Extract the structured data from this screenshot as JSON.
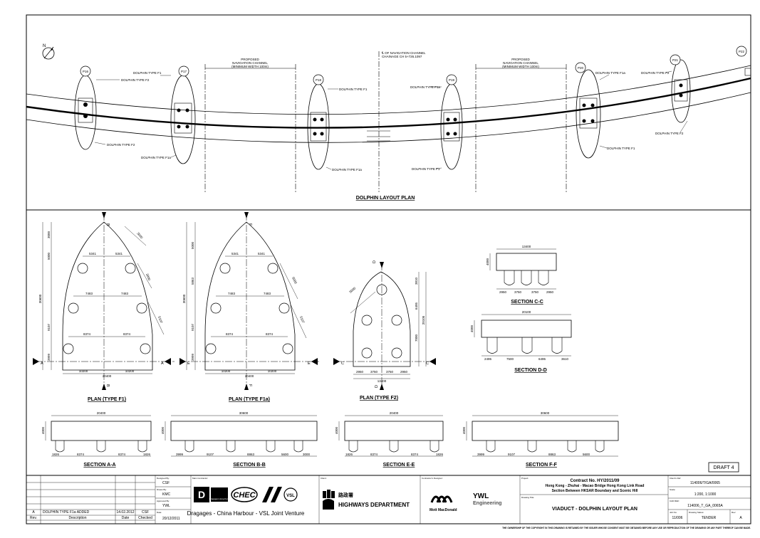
{
  "layout_plan": {
    "title": "DOLPHIN LAYOUT PLAN",
    "north": "N",
    "piers": [
      "P16",
      "P17",
      "P18",
      "P19",
      "P20",
      "P21",
      "P22"
    ],
    "dolphin_labels": [
      "DOLPHIN TYPE F2",
      "DOLPHIN TYPE F1",
      "DOLPHIN TYPE F1a"
    ],
    "nav_channel_left": [
      "PROPOSED",
      "NAVIGATION CHANNEL",
      "(MINIMUM WIDTH 100m)"
    ],
    "nav_channel_right": [
      "PROPOSED",
      "NAVIGATION CHANNEL",
      "(MINIMUM WIDTH 100m)"
    ],
    "channel_centre": [
      "℄ OF NAVIGATION CHANNEL",
      "CHAINAGE CH 5+726.1097"
    ]
  },
  "plans": {
    "f1": {
      "title": "PLAN (TYPE F1)",
      "section_mark": "B",
      "side_mark": "A",
      "dims": {
        "top": "5341",
        "mid": "7483",
        "low": "8374",
        "bot_l": "10200",
        "bot_r": "10200",
        "bot_total": "20400",
        "v1": "3000",
        "v2": "5000",
        "v3": "9107",
        "v4": "3999",
        "v_total": "30600",
        "diag1": "3000",
        "diag2": "3000",
        "diag3": "5107"
      }
    },
    "f1a": {
      "title": "PLAN (TYPE F1a)",
      "section_mark": "F",
      "side_mark": "E",
      "dims": {
        "top": "5341",
        "mid": "7483",
        "low": "8374",
        "bot_l": "10200",
        "bot_r": "10200",
        "bot_total": "20400",
        "v1": "5000",
        "v2": "5863",
        "v3": "9107",
        "v4": "3999",
        "v_total": "30600",
        "diag1": "5000",
        "diag2": "5107"
      }
    },
    "f2": {
      "title": "PLAN (TYPE F2)",
      "section_mark": "D",
      "side_mark": "C",
      "dims": {
        "bot": [
          "2950",
          "3750",
          "3750",
          "2950"
        ],
        "bot_total": "13400",
        "v1": "3810",
        "v2": "6495",
        "v3": "7000",
        "v_total": "20105",
        "diag": "5000"
      }
    }
  },
  "sections": {
    "cc": {
      "title": "SECTION C-C",
      "width": "13400",
      "height": "4000",
      "dims": [
        "2950",
        "3750",
        "3750",
        "2950"
      ]
    },
    "dd": {
      "title": "SECTION D-D",
      "width": "20100",
      "height": "4000",
      "dims": [
        "2495",
        "7500",
        "6495",
        "3610"
      ]
    },
    "aa": {
      "title": "SECTION A-A",
      "width": "20400",
      "height": "4000",
      "dims": [
        "1826",
        "8374",
        "8374",
        "1826"
      ]
    },
    "bb": {
      "title": "SECTION B-B",
      "width": "30600",
      "height": "4000",
      "dims": [
        "3999",
        "9107",
        "8863",
        "5600",
        "3000"
      ]
    },
    "ee": {
      "title": "SECTION E-E",
      "width": "20400",
      "height": "4000",
      "dims": [
        "1826",
        "8374",
        "8374",
        "1826"
      ]
    },
    "ff": {
      "title": "SECTION F-F",
      "width": "30600",
      "height": "4000",
      "dims": [
        "3999",
        "9107",
        "8863",
        "5600"
      ]
    }
  },
  "draft": "DRAFT 4",
  "revision": {
    "rev": "A",
    "description": "DOLPHIN TYPE F1a ADDED",
    "date": "14.02.2012",
    "checked": "CSF",
    "headers": [
      "Rev.",
      "Description",
      "Date",
      "Checked"
    ]
  },
  "sign": {
    "designed_label": "Designed By:",
    "designed": "CSF",
    "drawn_label": "Drawn By:",
    "drawn": "KMC",
    "approved_label": "Approved By:",
    "approved": "YWL",
    "date_label": "Date:",
    "date": "20/12/2011"
  },
  "contractor": {
    "label": "Main Contractor:",
    "jv": "Dragages - China Harbour - VSL Joint Venture",
    "dragages": "Dragages Hong Kong",
    "chec": "CHEC",
    "vsl": "VSL"
  },
  "client": {
    "label": "Client:",
    "name": "HIGHWAYS DEPARTMENT",
    "chinese": "路政署"
  },
  "consultant": {
    "label": "Contractor's Designer:",
    "mott": "Mott MacDonald",
    "ywl": "YWL",
    "eng": "Engineering"
  },
  "project": {
    "label": "Project:",
    "contract": "Contract No. HY/2011/09",
    "line1": "Hong Kong - Zhuhai - Macao Bridge Hong Kong Link Road",
    "line2": "Section Between HKSAR Boundary and Scenic Hill"
  },
  "drawing": {
    "label": "Drawing Title:",
    "title": "VIADUCT  -  DOLPHIN LAYOUT PLAN"
  },
  "ref": {
    "drawing_no_label": "Client's Ref:",
    "drawing_no": "114006/T/GA/0065",
    "scale_label": "Scale:",
    "scale": "1:200, 1:1000",
    "cad_label": "CAD REF:",
    "cad": "114006_T_GA_0065A",
    "job_label": "Job No:",
    "job": "11/006",
    "status_label": "Drawing Status:",
    "status": "TENDER",
    "rev_label": "Rev:",
    "rev": "A"
  },
  "footer": "THE OWNERSHIP OF THE COPYRIGHT IN THIS DRAWING IS RETAINED BY THE ISSUER WHOSE CONSENT MUST BE OBTAINED BEFORE ANY USE OR REPRODUCTION OF THE DRAWING OR ANY PART THEREOF CAN BE MADE."
}
